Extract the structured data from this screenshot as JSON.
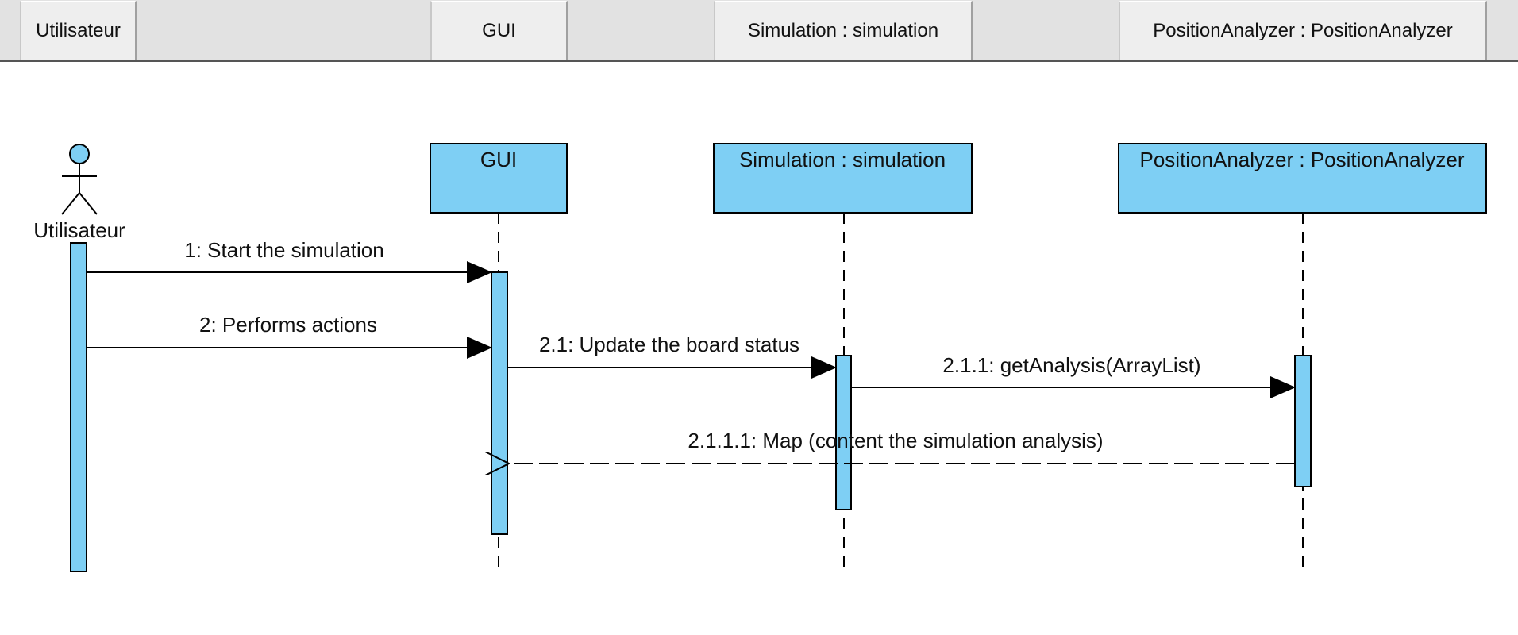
{
  "header": {
    "actor_label": "Utilisateur",
    "lifeline_gui": "GUI",
    "lifeline_simulation": "Simulation : simulation",
    "lifeline_analyzer": "PositionAnalyzer : PositionAnalyzer"
  },
  "diagram": {
    "actor": {
      "name": "Utilisateur"
    },
    "lifelines": {
      "gui": "GUI",
      "simulation": "Simulation : simulation",
      "analyzer": "PositionAnalyzer : PositionAnalyzer"
    },
    "messages": {
      "m1": "1: Start the simulation",
      "m2": "2: Performs actions",
      "m21": "2.1: Update the board status",
      "m211": "2.1.1: getAnalysis(ArrayList)",
      "m2111": "2.1.1.1: Map (content the simulation analysis)"
    },
    "colors": {
      "fill": "#7ecff4",
      "stroke": "#000000",
      "header_bg": "#e2e2e2",
      "header_cell": "#eeeeee"
    }
  }
}
